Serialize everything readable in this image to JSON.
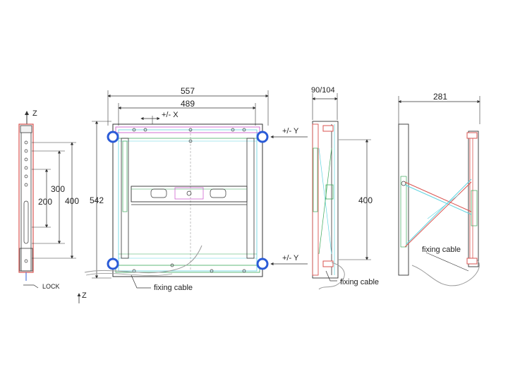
{
  "colors": {
    "line": "#333333",
    "red": "#d9534f",
    "cyan": "#5fd3e0",
    "green": "#3aa85a",
    "magenta": "#c94fc9",
    "blue": "#2a5bd7",
    "gray": "#9a9a9a"
  },
  "side_view": {
    "z_label": "Z",
    "dim_300": "300",
    "dim_200": "200",
    "dim_400": "400",
    "lock_label": "LOCK"
  },
  "front_view": {
    "dim_557": "557",
    "dim_489": "489",
    "x_label": "+/- X",
    "dim_542": "542",
    "y_top_label": "+/- Y",
    "y_bottom_label": "+/- Y",
    "fixing_cable": "fixing cable",
    "z_label": "Z"
  },
  "depth_view": {
    "dim_90_104": "90/104",
    "dim_400": "400",
    "fixing_cable": "fixing cable"
  },
  "open_view": {
    "dim_281": "281",
    "fixing_cable": "fixing cable"
  }
}
